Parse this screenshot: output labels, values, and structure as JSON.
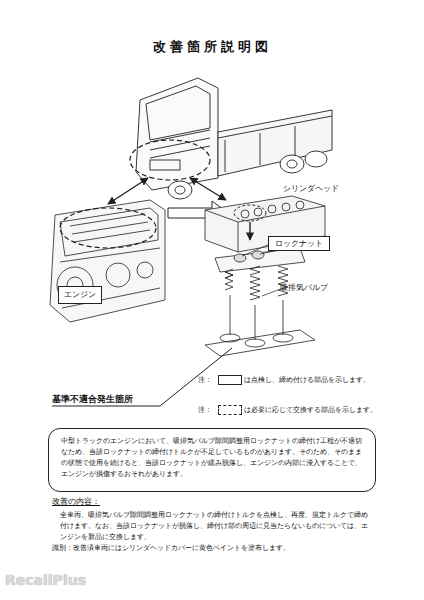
{
  "diagram": {
    "title": "改善箇所説明図",
    "nodes": [
      {
        "text": [
          "ロックナット"
        ]
      },
      {
        "text": [
          "エンジン"
        ]
      },
      {
        "text": [
          "中型トラックのエンジンにおいて、吸排気バルブ隙間調整用ロックナットの締付け工程が不適切なため、当該ロックナットの締付けトルクが不足しているものがあります。そのため、そのままの状態で使用を続けると、当該ロックナットが緩み脱落し、エンジンの内部に浸入することで、エンジンが損傷するおそれがあります。"
        ]
      }
    ],
    "labels": [
      "シリンダヘッド",
      "吸排気バルブ",
      "基準不適合発生箇所",
      "注：",
      "注：",
      "改善の内容：",
      "全車両、吸排気バルブ隙間調整用ロックナットの締付けトルクを点検し、再度、規定トルクで締め付けます。なお、当該ロックナットが脱落し、締付け部の周辺に見当たらないものについては、エンジンを新品に交換します。",
      "識別：改善済車両にはシリンダヘッドカバーに黄色ペイントを塗布します。",
      "RecallPlus"
    ],
    "legend": [
      {
        "text": "は点検し、締め付ける部品を示します。"
      },
      {
        "text": "は必要に応じて交換する部品を示します。"
      }
    ]
  }
}
